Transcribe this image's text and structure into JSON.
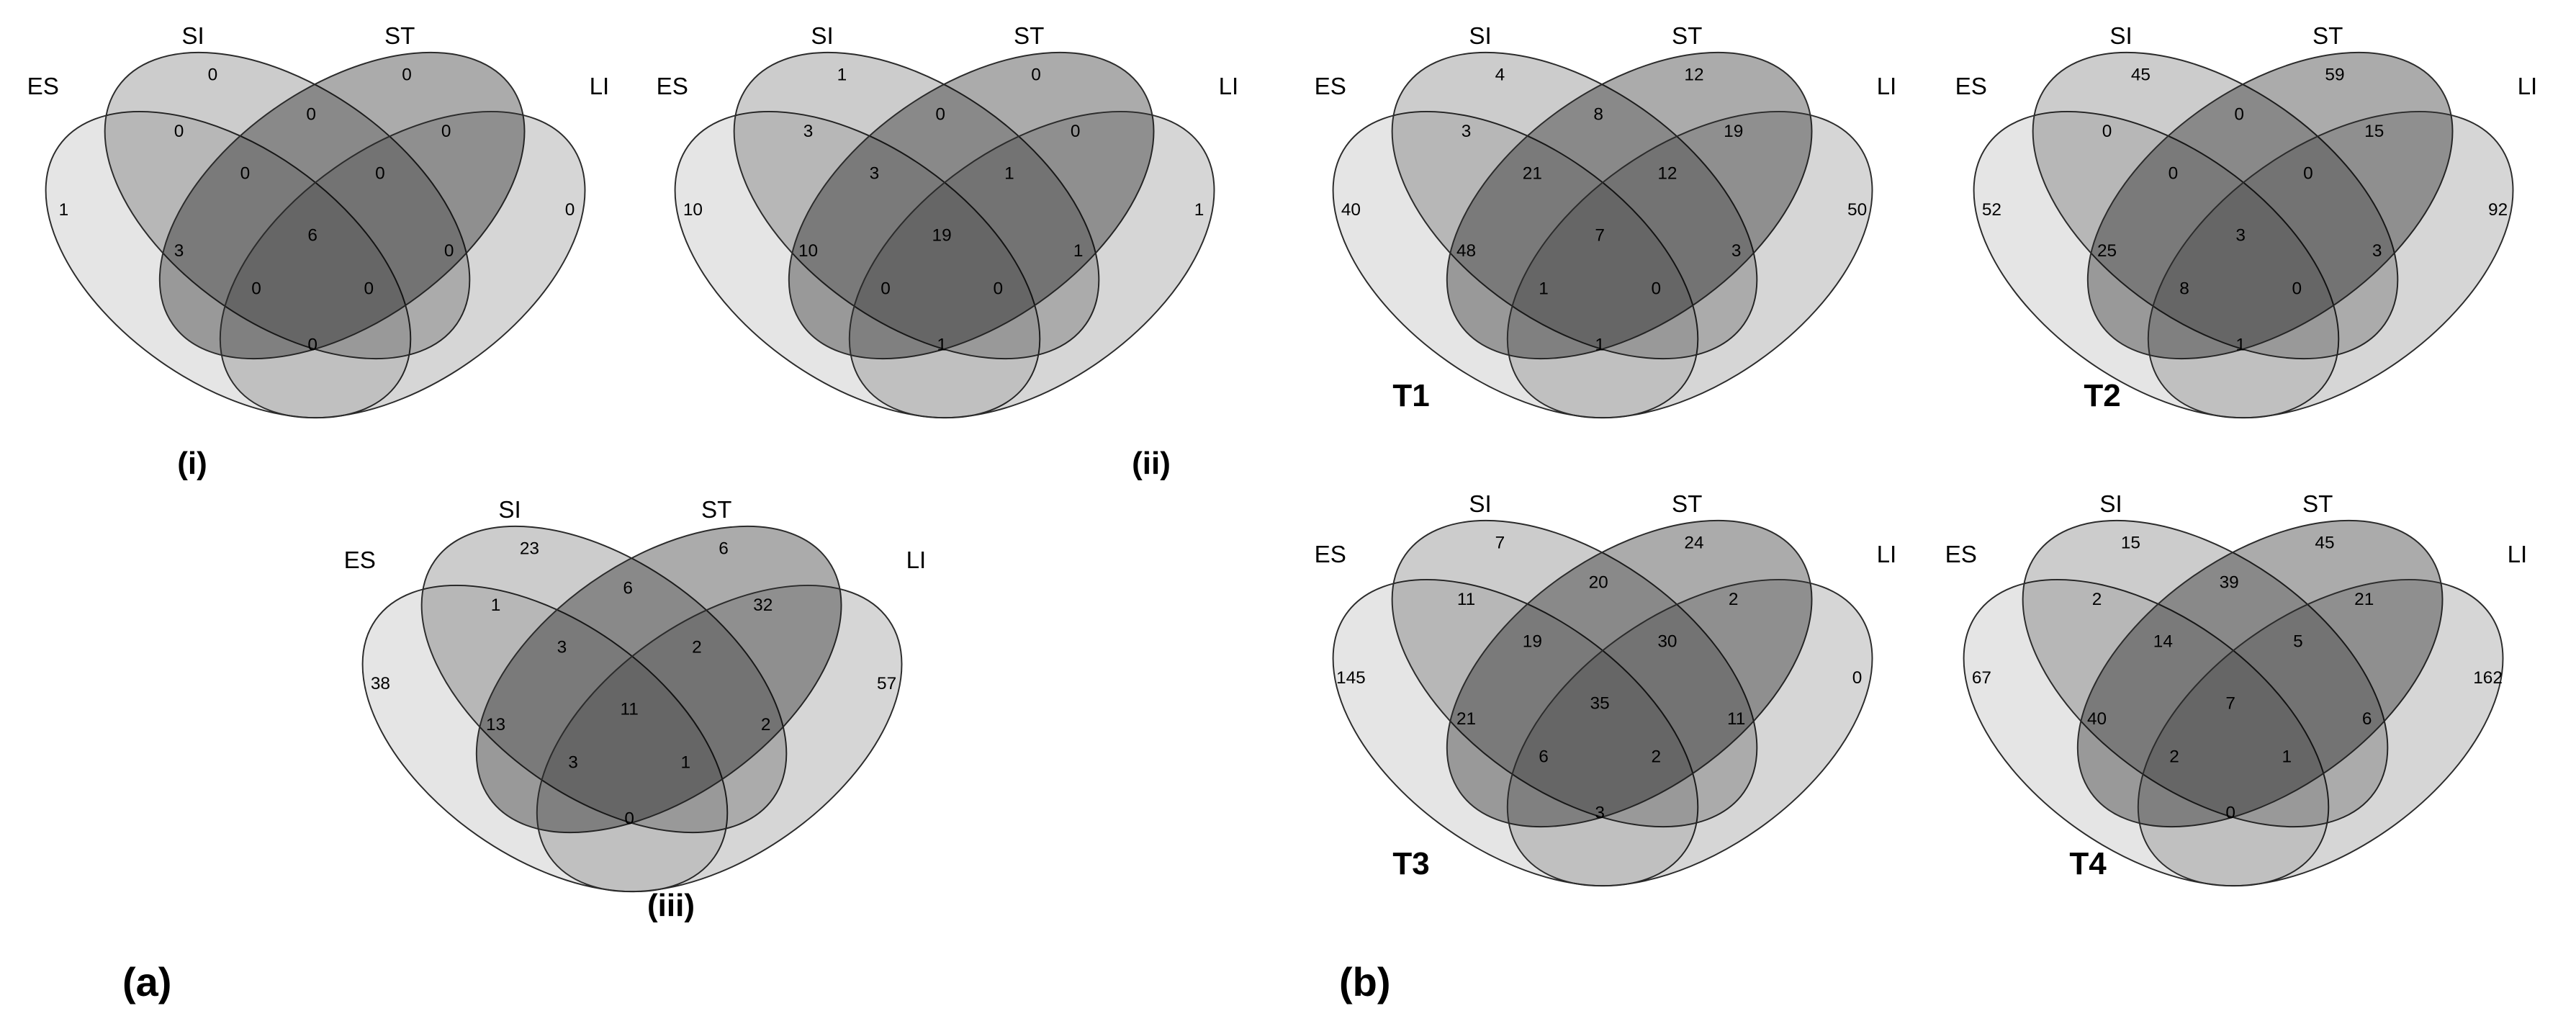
{
  "figure": {
    "type": "four-set-venn-diagrams",
    "set_labels": [
      "ES",
      "SI",
      "ST",
      "LI"
    ],
    "panel_a": {
      "label": "(a)",
      "diagrams": [
        {
          "caption": "(i)",
          "regions": {
            "ES": "1",
            "SI": "0",
            "ST": "0",
            "LI": "0",
            "ES_SI": "0",
            "SI_ST": "0",
            "ST_LI": "0",
            "ES_ST": "3",
            "SI_LI": "0",
            "ES_LI": "0",
            "ES_SI_ST": "0",
            "SI_ST_LI": "0",
            "ES_SI_LI": "0",
            "ES_ST_LI": "0",
            "ES_SI_ST_LI": "6"
          }
        },
        {
          "caption": "(ii)",
          "regions": {
            "ES": "10",
            "SI": "1",
            "ST": "0",
            "LI": "1",
            "ES_SI": "3",
            "SI_ST": "0",
            "ST_LI": "0",
            "ES_ST": "10",
            "SI_LI": "1",
            "ES_LI": "1",
            "ES_SI_ST": "3",
            "SI_ST_LI": "1",
            "ES_SI_LI": "0",
            "ES_ST_LI": "0",
            "ES_SI_ST_LI": "19"
          }
        },
        {
          "caption": "(iii)",
          "regions": {
            "ES": "38",
            "SI": "23",
            "ST": "6",
            "LI": "57",
            "ES_SI": "1",
            "SI_ST": "6",
            "ST_LI": "32",
            "ES_ST": "13",
            "SI_LI": "2",
            "ES_LI": "0",
            "ES_SI_ST": "3",
            "SI_ST_LI": "2",
            "ES_SI_LI": "3",
            "ES_ST_LI": "1",
            "ES_SI_ST_LI": "11"
          }
        }
      ]
    },
    "panel_b": {
      "label": "(b)",
      "diagrams": [
        {
          "caption": "T1",
          "regions": {
            "ES": "40",
            "SI": "4",
            "ST": "12",
            "LI": "50",
            "ES_SI": "3",
            "SI_ST": "8",
            "ST_LI": "19",
            "ES_ST": "48",
            "SI_LI": "3",
            "ES_LI": "1",
            "ES_SI_ST": "21",
            "SI_ST_LI": "12",
            "ES_SI_LI": "1",
            "ES_ST_LI": "0",
            "ES_SI_ST_LI": "7"
          }
        },
        {
          "caption": "T2",
          "regions": {
            "ES": "52",
            "SI": "45",
            "ST": "59",
            "LI": "92",
            "ES_SI": "0",
            "SI_ST": "0",
            "ST_LI": "15",
            "ES_ST": "25",
            "SI_LI": "3",
            "ES_LI": "1",
            "ES_SI_ST": "0",
            "SI_ST_LI": "0",
            "ES_SI_LI": "8",
            "ES_ST_LI": "0",
            "ES_SI_ST_LI": "3"
          }
        },
        {
          "caption": "T3",
          "regions": {
            "ES": "145",
            "SI": "7",
            "ST": "24",
            "LI": "0",
            "ES_SI": "11",
            "SI_ST": "20",
            "ST_LI": "2",
            "ES_ST": "21",
            "SI_LI": "11",
            "ES_LI": "3",
            "ES_SI_ST": "19",
            "SI_ST_LI": "30",
            "ES_SI_LI": "6",
            "ES_ST_LI": "2",
            "ES_SI_ST_LI": "35"
          }
        },
        {
          "caption": "T4",
          "regions": {
            "ES": "67",
            "SI": "15",
            "ST": "45",
            "LI": "162",
            "ES_SI": "2",
            "SI_ST": "39",
            "ST_LI": "21",
            "ES_ST": "40",
            "SI_LI": "6",
            "ES_LI": "0",
            "ES_SI_ST": "14",
            "SI_ST_LI": "5",
            "ES_SI_LI": "2",
            "ES_ST_LI": "1",
            "ES_SI_ST_LI": "7"
          }
        }
      ]
    }
  }
}
